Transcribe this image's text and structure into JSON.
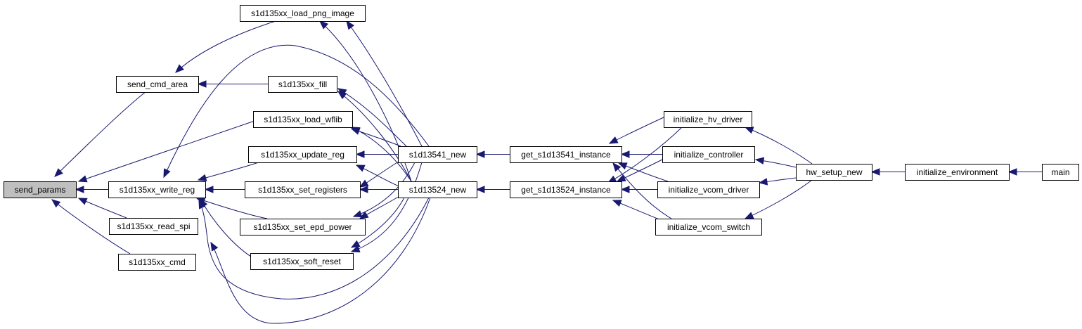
{
  "graph": {
    "nodes": {
      "send_params": "send_params",
      "send_cmd_area": "send_cmd_area",
      "s1d135xx_load_png_image": "s1d135xx_load_png_image",
      "s1d135xx_fill": "s1d135xx_fill",
      "s1d135xx_load_wflib": "s1d135xx_load_wflib",
      "s1d135xx_update_reg": "s1d135xx_update_reg",
      "s1d135xx_write_reg": "s1d135xx_write_reg",
      "s1d135xx_set_registers": "s1d135xx_set_registers",
      "s1d135xx_set_epd_power": "s1d135xx_set_epd_power",
      "s1d135xx_read_spi": "s1d135xx_read_spi",
      "s1d135xx_soft_reset": "s1d135xx_soft_reset",
      "s1d135xx_cmd": "s1d135xx_cmd",
      "s1d13541_new": "s1d13541_new",
      "s1d13524_new": "s1d13524_new",
      "get_s1d13541_instance": "get_s1d13541_instance",
      "get_s1d13524_instance": "get_s1d13524_instance",
      "initialize_hv_driver": "initialize_hv_driver",
      "initialize_controller": "initialize_controller",
      "initialize_vcom_driver": "initialize_vcom_driver",
      "initialize_vcom_switch": "initialize_vcom_switch",
      "hw_setup_new": "hw_setup_new",
      "initialize_environment": "initialize_environment",
      "main": "main"
    },
    "root": "send_params",
    "colors": {
      "edge": "#191970",
      "root_fill": "#bfbfbf",
      "node_fill": "#ffffff",
      "border": "#000000"
    }
  }
}
